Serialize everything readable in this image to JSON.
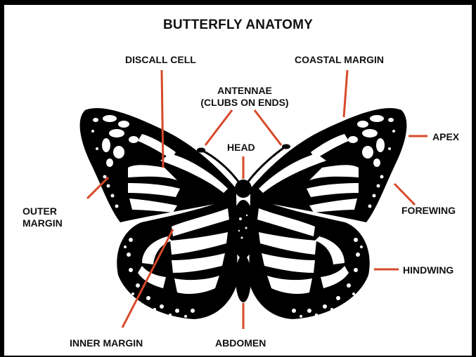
{
  "diagram": {
    "title": "BUTTERFLY ANATOMY",
    "colors": {
      "leader": "#d8492a",
      "wing": "#000000",
      "cell": "#ffffff"
    },
    "labels": {
      "discal_cell": "DISCALL CELL",
      "coastal_margin": "COASTAL MARGIN",
      "antennae_line1": "ANTENNAE",
      "antennae_line2": "(CLUBS ON ENDS)",
      "head": "HEAD",
      "apex": "APEX",
      "outer_margin_line1": "OUTER",
      "outer_margin_line2": "MARGIN",
      "forewing": "FOREWING",
      "hindwing": "HINDWING",
      "inner_margin": "INNER MARGIN",
      "abdomen": "ABDOMEN"
    }
  }
}
